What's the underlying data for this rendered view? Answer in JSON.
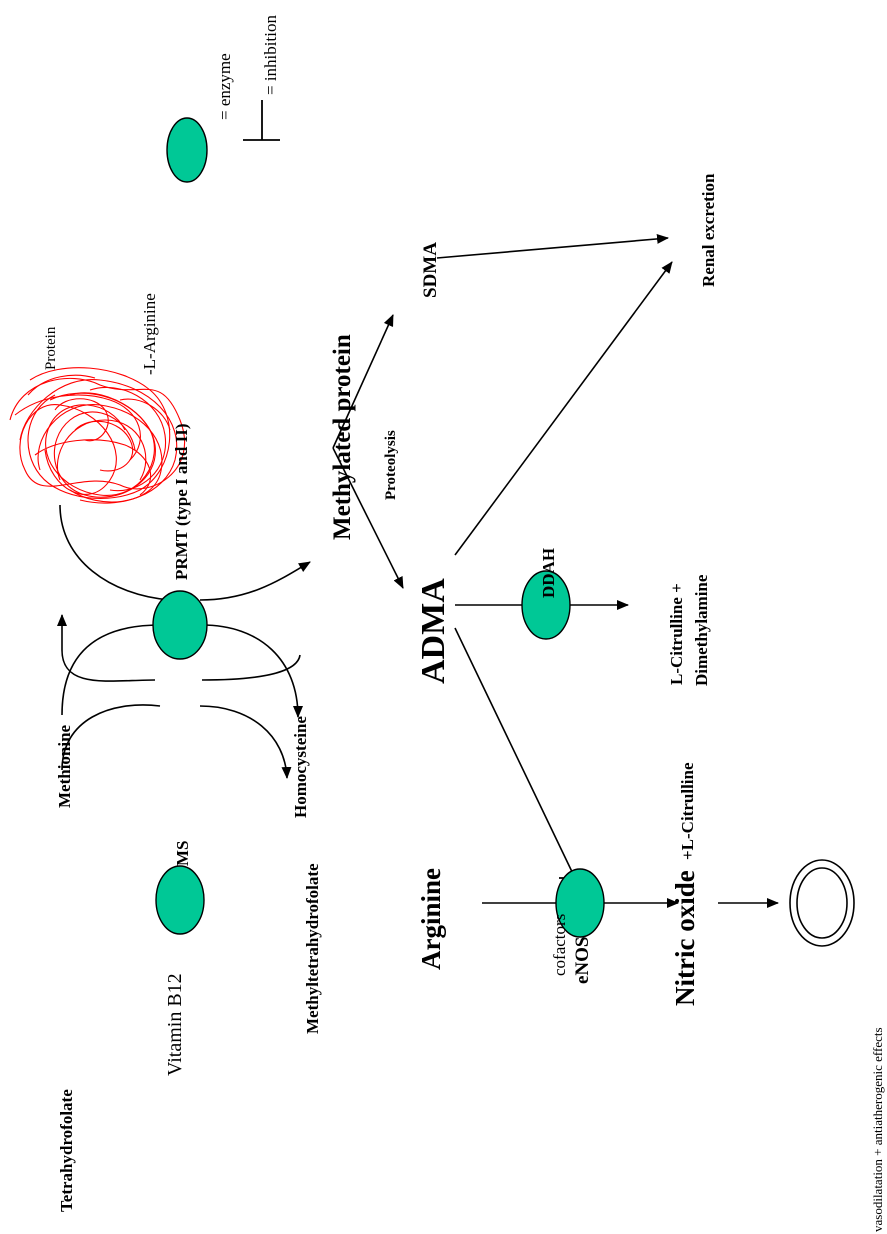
{
  "labels": {
    "tetrahydrofolate": "Tetrahydrofolate",
    "vitamin_b12": "Vitamin B12",
    "methyltetrahydrofolate": "Methyltetrahydrofolate",
    "ms": "MS",
    "methionine": "Methionine",
    "homocysteine": "Homocysteine",
    "prmt": "PRMT (type I and II)",
    "protein": "Protein",
    "l_arginine": "-L-Arginine",
    "methylated_protein": "Methylated protein",
    "proteolysis": "Proteolysis",
    "sdma": "SDMA",
    "adma": "ADMA",
    "ddah": "DDAH",
    "l_citrulline": "L-Citrulline +",
    "dimethylamine": "Dimethylamine",
    "renal_excretion": "Renal excretion",
    "arginine": "Arginine",
    "cofactors": "cofactors",
    "enos": "eNOS",
    "nitric_oxide": "Nitric oxide",
    "plus_l_citrulline": "+L-Citrulline",
    "effects": "vasodilatation + antiatherogenic effects"
  },
  "legend": {
    "enzyme": "= enzyme",
    "inhibition": "= inhibition"
  },
  "colors": {
    "enzyme_fill": "#00c896",
    "protein_scribble": "#ff0000",
    "line": "#000000"
  }
}
